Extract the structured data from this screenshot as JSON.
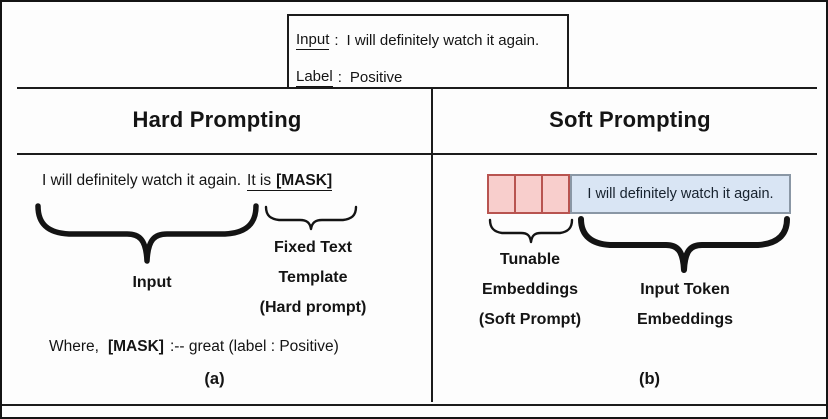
{
  "example_box": {
    "input_key": "Input",
    "input_value": "I will definitely watch it again.",
    "label_key": "Label",
    "label_value": "Positive",
    "separator": ":"
  },
  "hard": {
    "title": "Hard Prompting",
    "sentence_input": "I will definitely watch it again.",
    "template_text": "It is",
    "mask_token": "[MASK]",
    "input_brace_label": "Input",
    "template_label_line1": "Fixed Text",
    "template_label_line2": "Template",
    "template_label_line3": "(Hard prompt)",
    "where_prefix": "Where,",
    "where_mask": "[MASK]",
    "where_rest": ":-- great (label : Positive)",
    "caption": "(a)"
  },
  "soft": {
    "title": "Soft Prompting",
    "embedded_sentence": "I will definitely watch it again.",
    "tunable_label_line1": "Tunable",
    "tunable_label_line2": "Embeddings",
    "tunable_label_line3": "(Soft Prompt)",
    "token_label_line1": "Input Token",
    "token_label_line2": "Embeddings",
    "caption": "(b)"
  },
  "colors": {
    "tunable_fill": "#f8cecc",
    "tunable_border": "#b85450",
    "embedding_fill": "#d9e5f4",
    "embedding_border": "#8a97a5"
  }
}
